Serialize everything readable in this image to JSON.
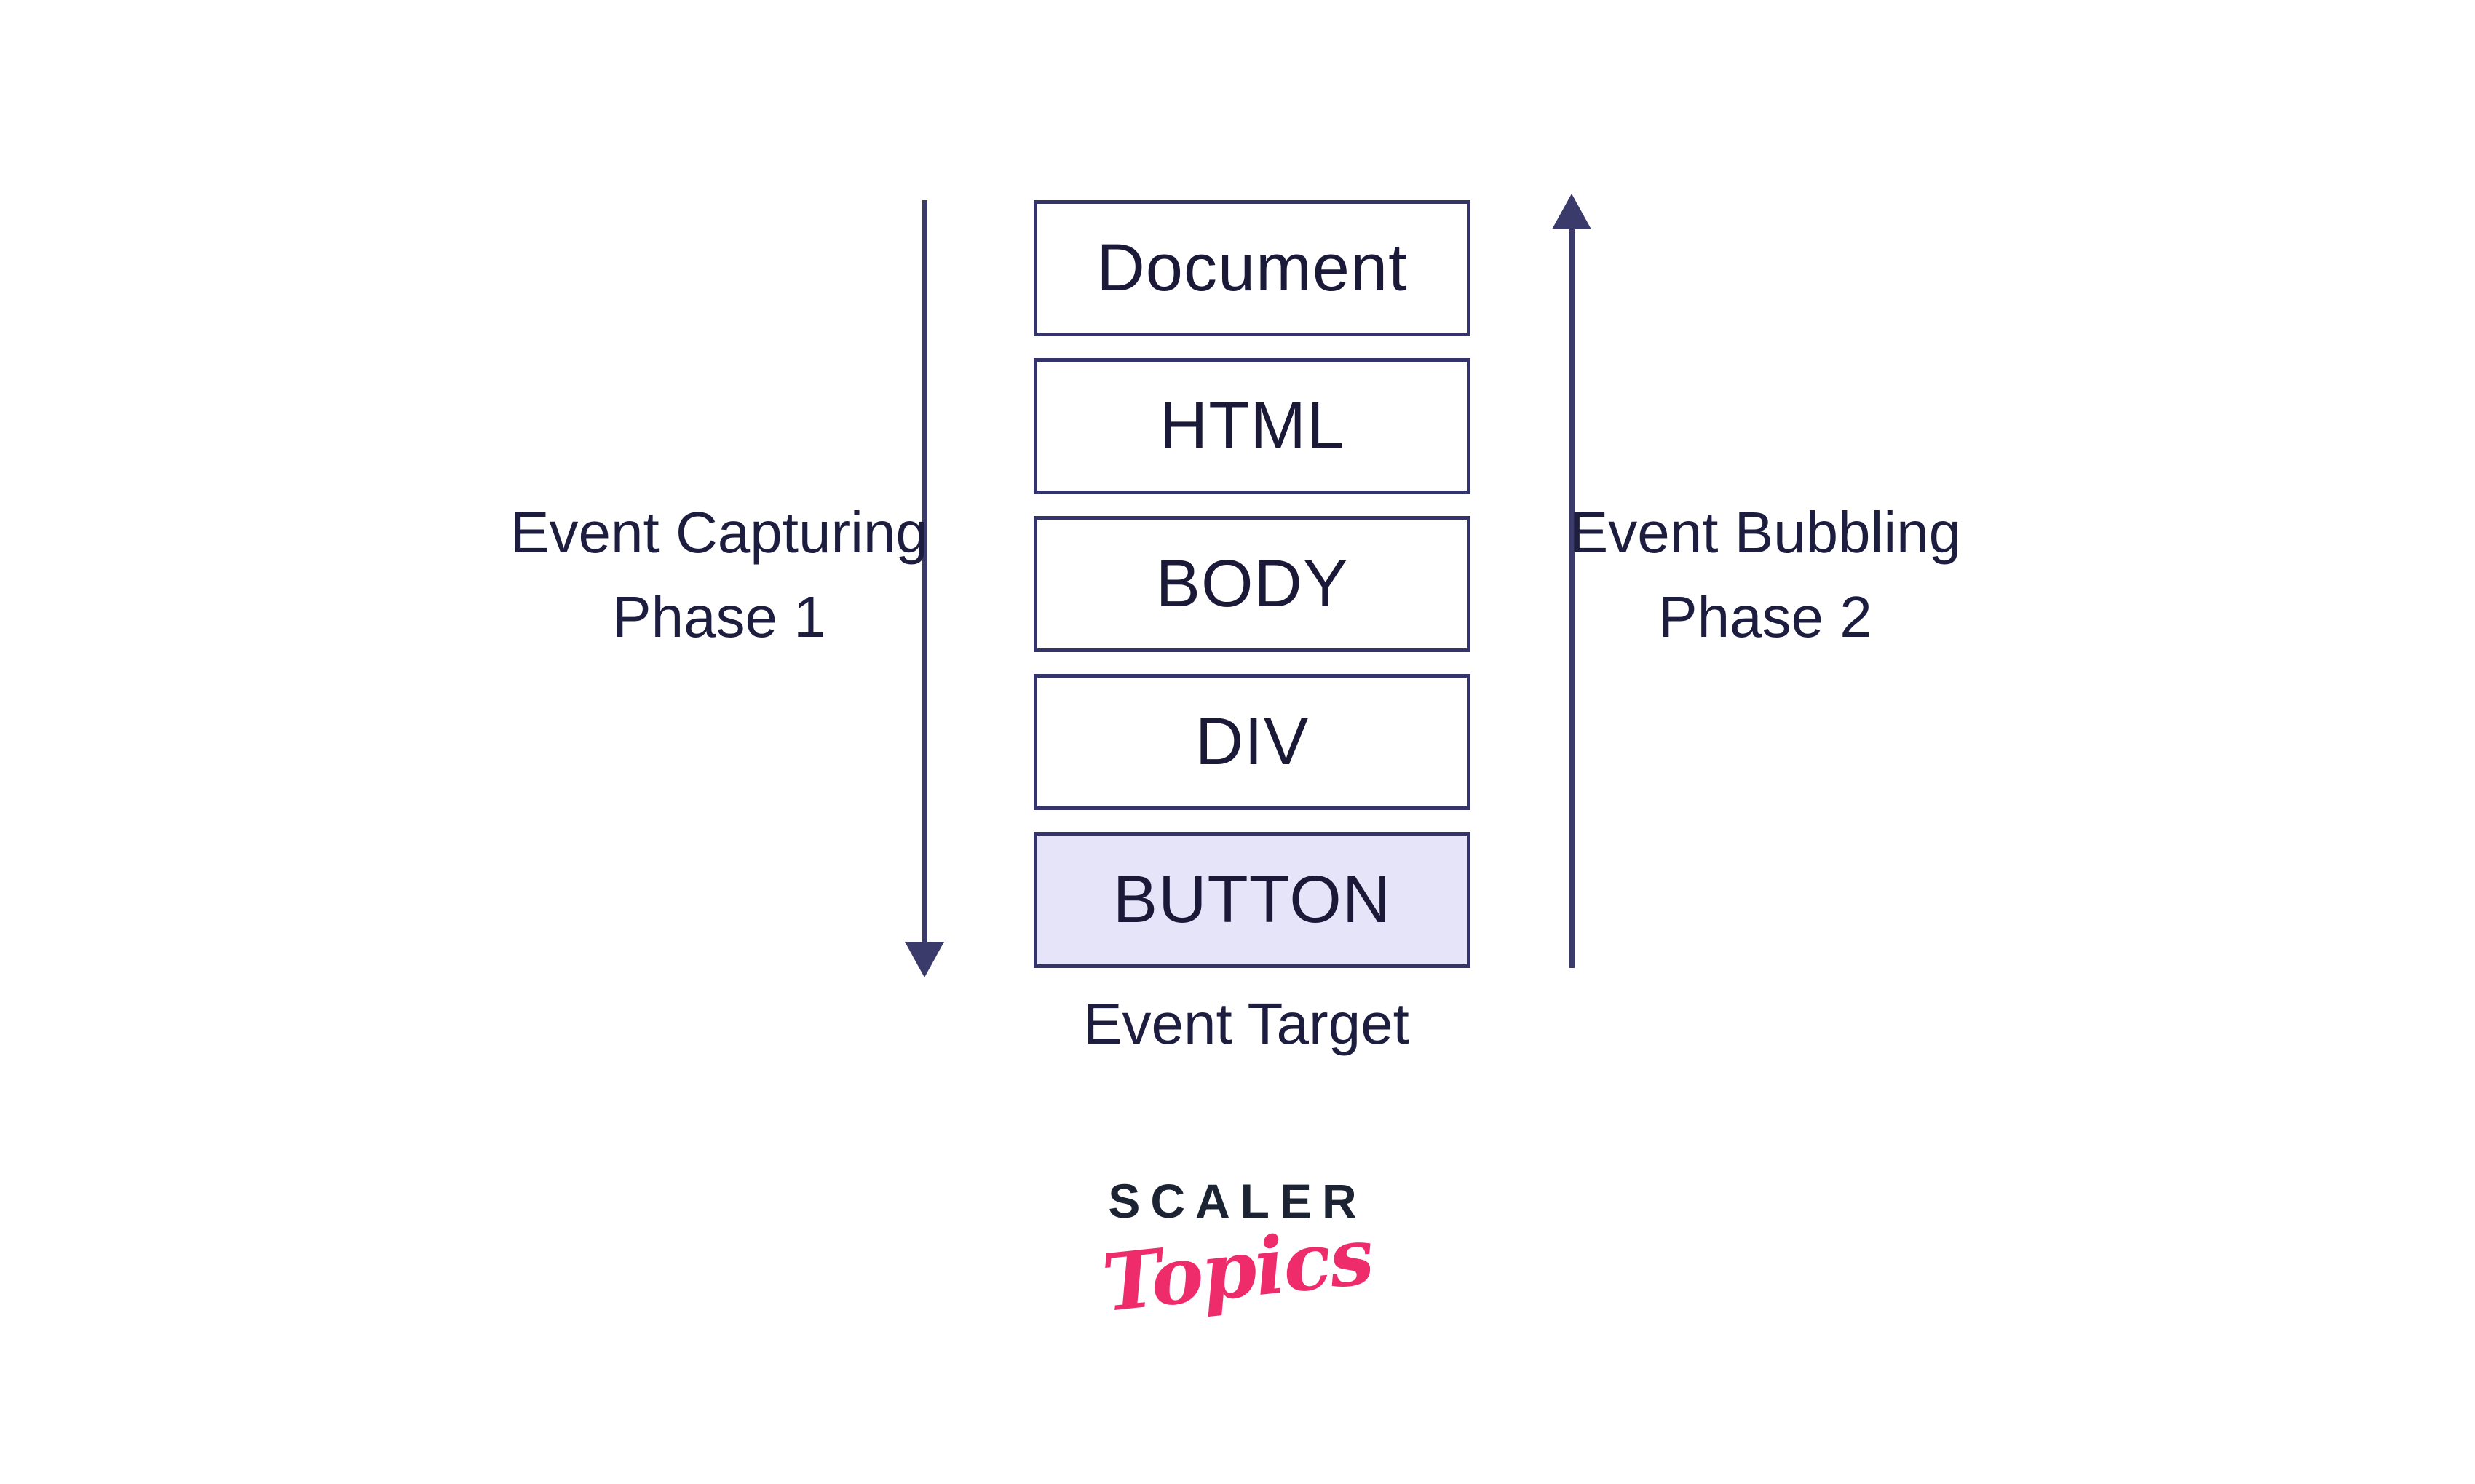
{
  "diagram": {
    "boxes": [
      {
        "id": "document",
        "label": "Document",
        "highlighted": false
      },
      {
        "id": "html",
        "label": "HTML",
        "highlighted": false
      },
      {
        "id": "body",
        "label": "BODY",
        "highlighted": false
      },
      {
        "id": "div",
        "label": "DIV",
        "highlighted": false
      },
      {
        "id": "button",
        "label": "BUTTON",
        "highlighted": true
      }
    ],
    "left_label": {
      "line1": "Event Capturing",
      "line2": "Phase 1"
    },
    "right_label": {
      "line1": "Event Bubbling",
      "line2": "Phase 2"
    },
    "event_target_label": "Event Target",
    "colors": {
      "box_border": "#34346a",
      "box_text": "#1a1a38",
      "highlight_fill": "#e6e4f8",
      "arrow": "#3a3a6b",
      "label_text": "#1d1d3f"
    }
  },
  "logo": {
    "brand": "SCALER",
    "sub": "Topics",
    "brand_color": "#1c2333",
    "sub_color": "#ee2c6c"
  }
}
